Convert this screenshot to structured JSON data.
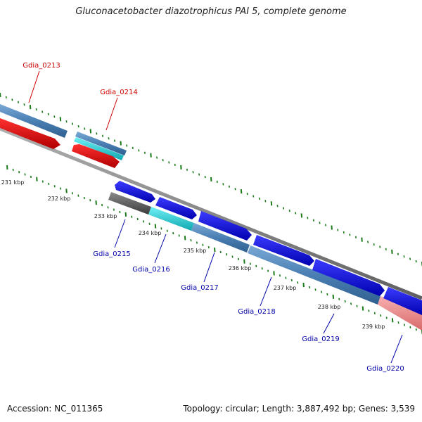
{
  "title": "Gluconacetobacter diazotrophicus PAI 5, complete genome",
  "accession_text": "Accession: NC_011365",
  "topology_text": "Topology: circular; Length: 3,887,492 bp; Genes: 3,539",
  "kbp_labels": [
    "231 kbp",
    "232 kbp",
    "233 kbp",
    "234 kbp",
    "235 kbp",
    "236 kbp",
    "237 kbp",
    "238 kbp",
    "239 kbp"
  ],
  "genes_top": [
    "Gdia_0213",
    "Gdia_0214"
  ],
  "genes_bottom": [
    "Gdia_0215",
    "Gdia_0216",
    "Gdia_0217",
    "Gdia_0218",
    "Gdia_0219",
    "Gdia_0220"
  ],
  "colors": {
    "forward_cds": "#0000e0",
    "reverse_cds": "#e00000",
    "gene_bar": "#4a7fb3",
    "cyan_segment": "#19c8d0",
    "dark_segment": "#5a5a5a",
    "pink_segment": "#f08a8a",
    "backbone": "#8a8a8a",
    "tick_green": "#1a7a1a",
    "label_red": "#cc0000",
    "label_blue": "#0000aa"
  }
}
